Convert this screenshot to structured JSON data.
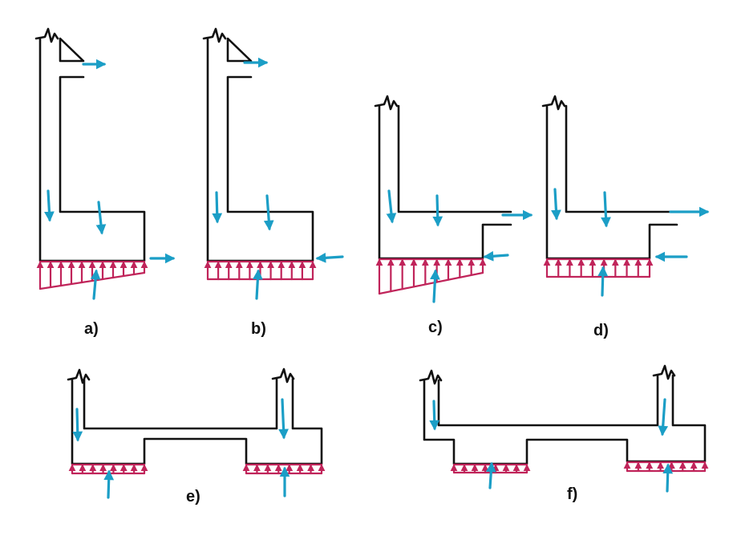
{
  "colors": {
    "outline": "#111111",
    "force_arrow": "#1b9ec6",
    "soil_pressure": "#c0245a"
  },
  "icons": {
    "force_arrow": "arrow-icon",
    "pressure_arrow": "arrow-icon"
  },
  "panels": [
    {
      "label": "a)"
    },
    {
      "label": "b)"
    },
    {
      "label": "c)"
    },
    {
      "label": "d)"
    },
    {
      "label": "e)"
    },
    {
      "label": "f)"
    }
  ]
}
